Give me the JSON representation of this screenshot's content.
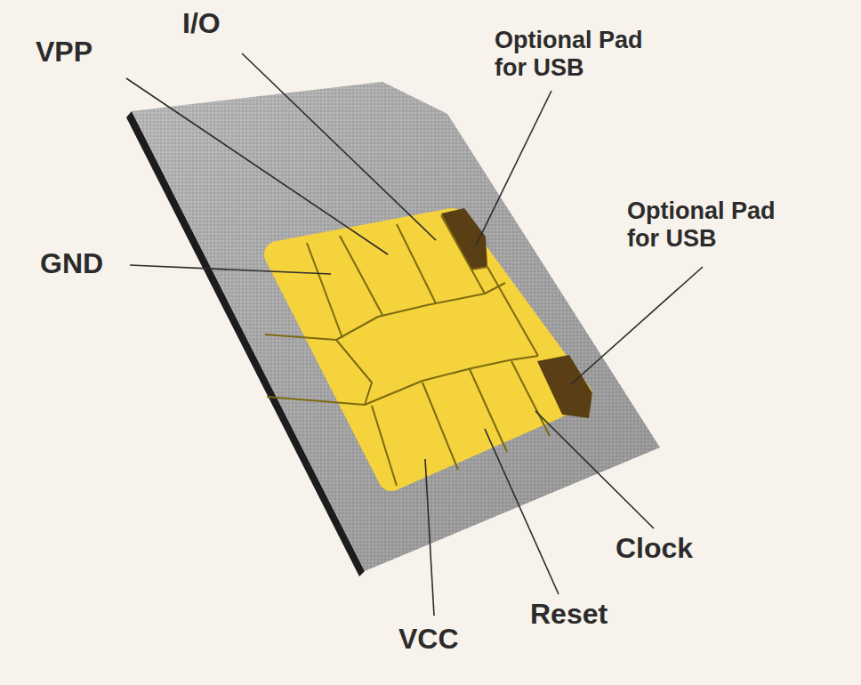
{
  "diagram": {
    "labels": [
      "VPP",
      "I/O",
      "Optional Pad for USB",
      "Optional Pad for USB",
      "GND",
      "Clock",
      "Reset",
      "VCC"
    ]
  }
}
